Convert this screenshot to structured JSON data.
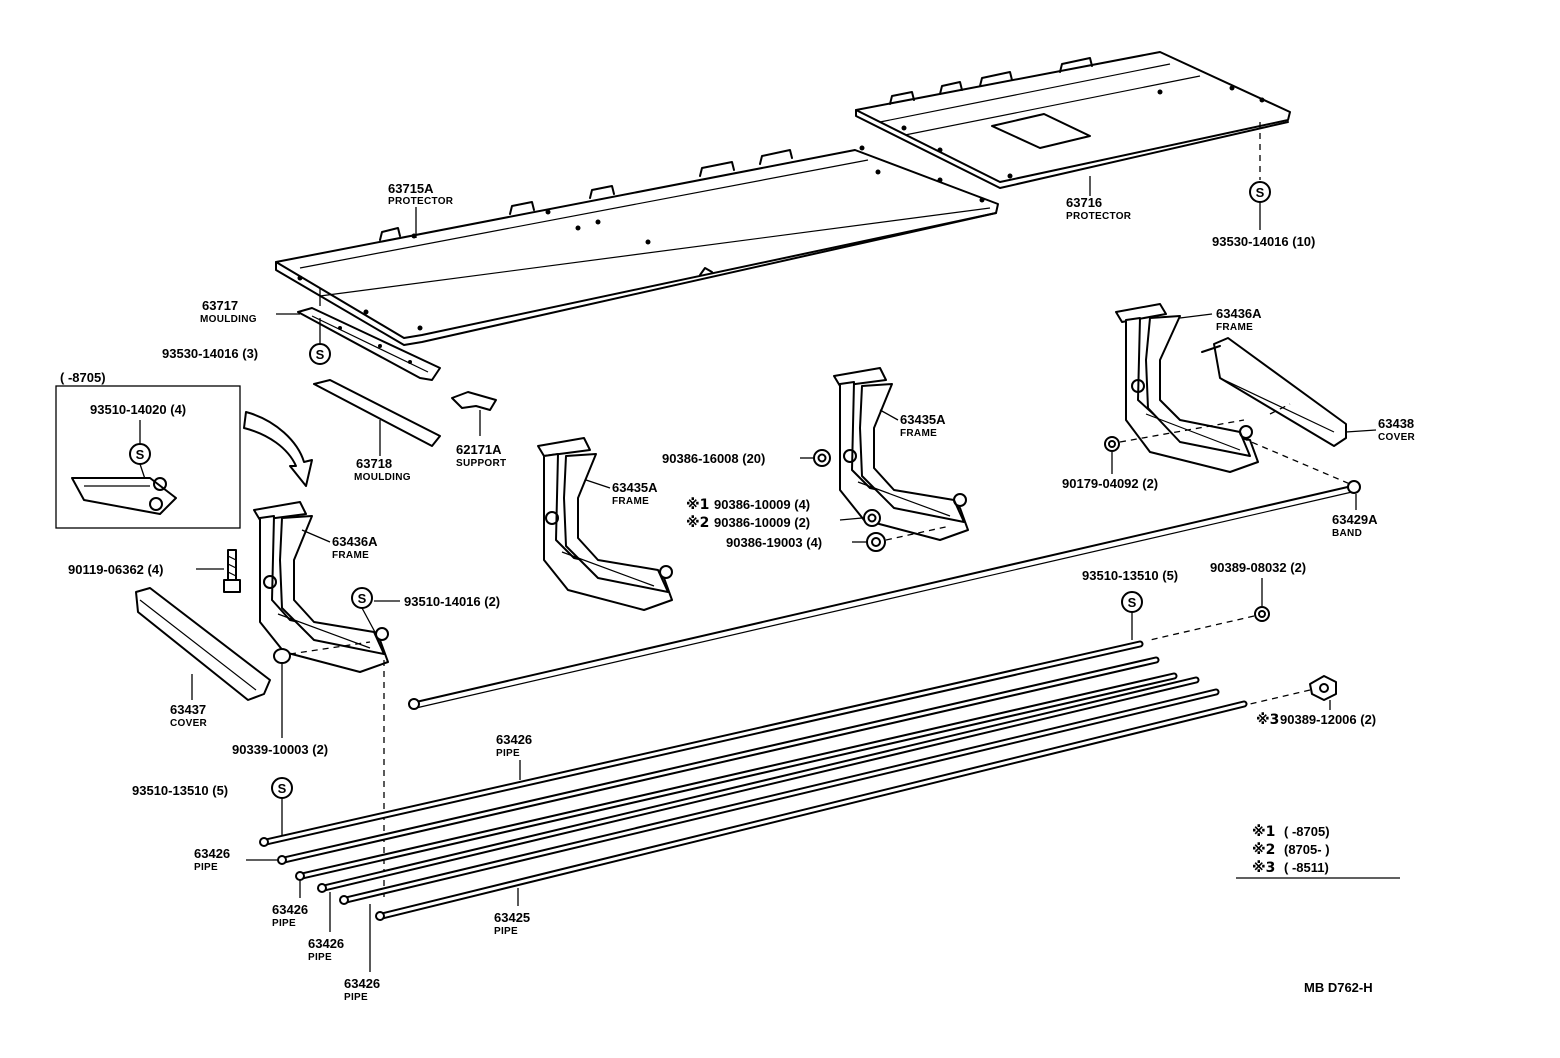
{
  "diagram_code": "MB D762-H",
  "parts": {
    "p63715a": {
      "num": "63715A",
      "name": "PROTECTOR"
    },
    "p63716": {
      "num": "63716",
      "name": "PROTECTOR"
    },
    "p93530_top": {
      "code": "93530-14016 (10)"
    },
    "p63717": {
      "num": "63717",
      "name": "MOULDING"
    },
    "p93530_left": {
      "code": "93530-14016 (3)"
    },
    "p63718": {
      "num": "63718",
      "name": "MOULDING"
    },
    "p62171a": {
      "num": "62171A",
      "name": "SUPPORT"
    },
    "p63436a_right": {
      "num": "63436A",
      "name": "FRAME"
    },
    "p63438": {
      "num": "63438",
      "name": "COVER"
    },
    "p63435a_mid": {
      "num": "63435A",
      "name": "FRAME"
    },
    "p63435a_left": {
      "num": "63435A",
      "name": "FRAME"
    },
    "p90386_16008": {
      "code": "90386-16008 (20)"
    },
    "p90386_10009_a": {
      "mark": "※1",
      "code": "90386-10009 (4)"
    },
    "p90386_10009_b": {
      "mark": "※2",
      "code": "90386-10009 (2)"
    },
    "p90386_19003": {
      "code": "90386-19003 (4)"
    },
    "p90179": {
      "code": "90179-04092 (2)"
    },
    "p63429a": {
      "num": "63429A",
      "name": "BAND"
    },
    "p93510_13510_right": {
      "code": "93510-13510 (5)"
    },
    "p90389_08032": {
      "code": "90389-08032 (2)"
    },
    "p90389_12006": {
      "mark": "※3",
      "code": "90389-12006 (2)"
    },
    "p63436a_left": {
      "num": "63436A",
      "name": "FRAME"
    },
    "p90119": {
      "code": "90119-06362 (4)"
    },
    "p93510_14016": {
      "code": "93510-14016 (2)"
    },
    "p63437": {
      "num": "63437",
      "name": "COVER"
    },
    "p90339": {
      "code": "90339-10003 (2)"
    },
    "p63426_top": {
      "num": "63426",
      "name": "PIPE"
    },
    "p93510_13510_left": {
      "code": "93510-13510 (5)"
    },
    "p63426_a": {
      "num": "63426",
      "name": "PIPE"
    },
    "p63426_b": {
      "num": "63426",
      "name": "PIPE"
    },
    "p63426_c": {
      "num": "63426",
      "name": "PIPE"
    },
    "p63426_d": {
      "num": "63426",
      "name": "PIPE"
    },
    "p63425": {
      "num": "63425",
      "name": "PIPE"
    }
  },
  "inset": {
    "range": "(        -8705)",
    "code": "93510-14020 (4)"
  },
  "screw_symbol": "S",
  "legend": [
    {
      "mark": "※1",
      "range": "(        -8705)"
    },
    {
      "mark": "※2",
      "range": "(8705-        )"
    },
    {
      "mark": "※3",
      "range": "(        -8511)"
    }
  ]
}
